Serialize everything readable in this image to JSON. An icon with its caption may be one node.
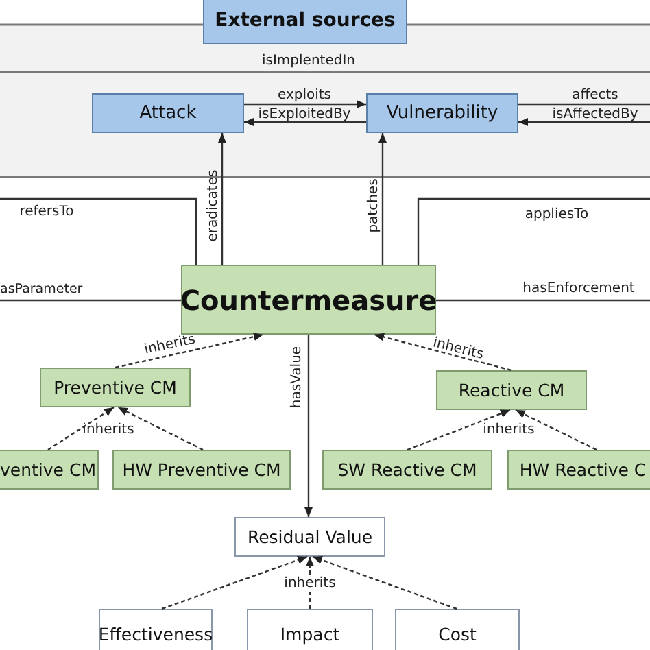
{
  "diagram": {
    "nodes": [
      {
        "text": [
          "External sources"
        ]
      },
      {
        "text": [],
        "shape": "box"
      },
      {
        "text": [
          "Attack"
        ],
        "in": 1
      },
      {
        "text": [
          "Vulnerability"
        ],
        "in": 1
      },
      {
        "text": [
          "Countermeasure"
        ]
      },
      {
        "text": [
          "Preventive CM"
        ]
      },
      {
        "text": [
          "Reactive CM"
        ]
      },
      {
        "text": [
          "ventive CM"
        ]
      },
      {
        "text": [
          "HW Preventive CM"
        ]
      },
      {
        "text": [
          "SW Reactive CM"
        ]
      },
      {
        "text": [
          "HW Reactive C"
        ]
      },
      {
        "text": [
          "Residual Value"
        ]
      },
      {
        "text": [
          "Effectiveness"
        ]
      },
      {
        "text": [
          "Impact"
        ]
      },
      {
        "text": [
          "Cost"
        ]
      }
    ],
    "edges": [
      {
        "from": 2,
        "to": 3,
        "arrow": "to",
        "label": "exploits"
      },
      {
        "from": 3,
        "to": 2,
        "arrow": "to",
        "label": "isExploitedBy"
      },
      {
        "from": 3,
        "to": null,
        "arrow": "none",
        "label": "affects"
      },
      {
        "from": null,
        "to": 3,
        "arrow": "to",
        "label": "isAffectedBy"
      },
      {
        "from": 4,
        "to": 2,
        "arrow": "to",
        "label": "eradicates"
      },
      {
        "from": 4,
        "to": 3,
        "arrow": "to",
        "label": "patches"
      },
      {
        "from": 4,
        "to": null,
        "arrow": "none",
        "label": "refersTo"
      },
      {
        "from": 4,
        "to": null,
        "arrow": "none",
        "label": "appliesTo"
      },
      {
        "from": null,
        "to": 4,
        "arrow": "none",
        "label": "asParameter"
      },
      {
        "from": 4,
        "to": null,
        "arrow": "none",
        "label": "hasEnforcement"
      },
      {
        "from": 5,
        "to": 4,
        "arrow": "to",
        "label": "inherits",
        "style": "dashed"
      },
      {
        "from": 6,
        "to": 4,
        "arrow": "to",
        "label": "inherits",
        "style": "dashed"
      },
      {
        "from": 7,
        "to": 5,
        "arrow": "to",
        "label": "inherits",
        "style": "dashed"
      },
      {
        "from": 8,
        "to": 5,
        "arrow": "to",
        "style": "dashed"
      },
      {
        "from": 9,
        "to": 6,
        "arrow": "to",
        "label": "inherits",
        "style": "dashed"
      },
      {
        "from": 10,
        "to": 6,
        "arrow": "to",
        "style": "dashed"
      },
      {
        "from": 4,
        "to": 11,
        "arrow": "to",
        "label": "hasValue"
      },
      {
        "from": 12,
        "to": 11,
        "arrow": "to",
        "style": "dashed"
      },
      {
        "from": 13,
        "to": 11,
        "arrow": "to",
        "label": "inherits",
        "style": "dashed"
      },
      {
        "from": 14,
        "to": 11,
        "arrow": "to",
        "style": "dashed"
      }
    ],
    "labels": [
      "isImplentedIn"
    ]
  }
}
